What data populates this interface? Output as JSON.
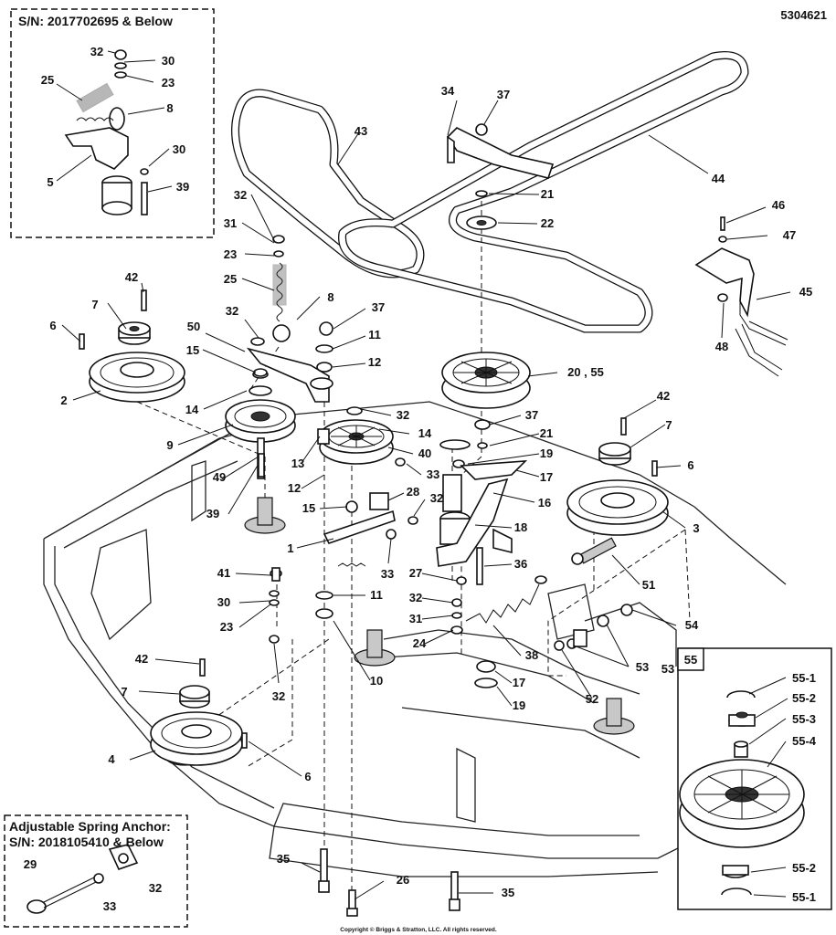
{
  "diagram_number": "5304621",
  "copyright": "Copyright © Briggs & Stratton, LLC. All rights reserved.",
  "inset_top_title": "S/N: 2017702695 & Below",
  "inset_bottom_title_line1": "Adjustable Spring Anchor:",
  "inset_bottom_title_line2": "S/N: 2018105410 & Below",
  "inset_55_label": "55",
  "callouts": {
    "c32a": "32",
    "c30a": "30",
    "c23a": "23",
    "c25a": "25",
    "c8a": "8",
    "c5": "5",
    "c30b": "30",
    "c39a": "39",
    "c32b": "32",
    "c31a": "31",
    "c23b": "23",
    "c25b": "25",
    "c8b": "8",
    "c32c": "32",
    "c50": "50",
    "c42a": "42",
    "c7a": "7",
    "c6a": "6",
    "c15a": "15",
    "c2": "2",
    "c14a": "14",
    "c9": "9",
    "c49": "49",
    "c39b": "39",
    "c37a": "37",
    "c11a": "11",
    "c12a": "12",
    "c32d": "32",
    "c14b": "14",
    "c13": "13",
    "c40": "40",
    "c12b": "12",
    "c33a": "33",
    "c28": "28",
    "c15b": "15",
    "c32e": "32",
    "c1": "1",
    "c33b": "33",
    "c34": "34",
    "c37b": "37",
    "c43": "43",
    "c44": "44",
    "c21a": "21",
    "c22": "22",
    "c46": "46",
    "c47": "47",
    "c45": "45",
    "c48": "48",
    "c2055": "20 , 55",
    "c37c": "37",
    "c21b": "21",
    "c19a": "19",
    "c17a": "17",
    "c16": "16",
    "c18": "18",
    "c36": "36",
    "c42b": "42",
    "c7b": "7",
    "c6b": "6",
    "c3": "3",
    "c51": "51",
    "c41": "41",
    "c30c": "30",
    "c23c": "23",
    "c32f": "32",
    "c11b": "11",
    "c10": "10",
    "c27": "27",
    "c32g": "32",
    "c31b": "31",
    "c24": "24",
    "c38": "38",
    "c54": "54",
    "c53a": "53",
    "c53b": "53",
    "c52": "52",
    "c17b": "17",
    "c19b": "19",
    "c42c": "42",
    "c7c": "7",
    "c4": "4",
    "c6c": "6",
    "c35a": "35",
    "c26": "26",
    "c35b": "35",
    "c29": "29",
    "c33c": "33",
    "c32h": "32",
    "c55_1a": "55-1",
    "c55_2a": "55-2",
    "c55_3": "55-3",
    "c55_4": "55-4",
    "c55_2b": "55-2",
    "c55_1b": "55-1"
  }
}
